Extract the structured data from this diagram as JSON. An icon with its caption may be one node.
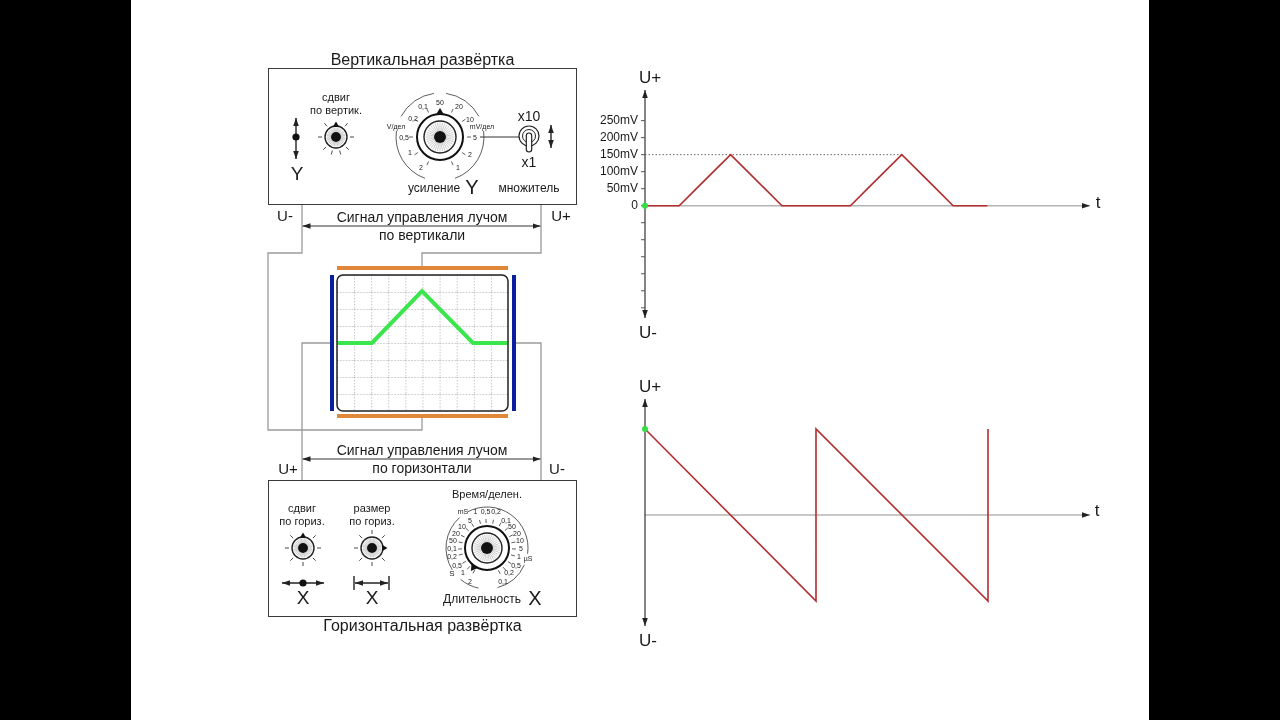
{
  "diagram": {
    "nodes": [
      {
        "text": [
          "Вертикальная развёртка"
        ]
      },
      {
        "text": [],
        "shape": "bar"
      },
      {
        "text": [],
        "shape": "bar"
      },
      {
        "text": [],
        "shape": "bar"
      },
      {
        "text": [],
        "shape": "bar"
      },
      {
        "text": [
          "Горизонтальная развёртка"
        ]
      }
    ],
    "edges": [
      {
        "from": 0,
        "to": 4,
        "arrow": "none"
      },
      {
        "from": 0,
        "to": 1,
        "arrow": "none"
      },
      {
        "from": 5,
        "to": 2,
        "arrow": "none"
      },
      {
        "from": 5,
        "to": 3,
        "arrow": "none"
      }
    ],
    "labels": [
      "сдвиг по вертик.",
      "Y",
      "0,1",
      "50",
      "20",
      "0,2",
      "10",
      "V/дел",
      "mV/дел",
      "0,5",
      "5",
      "1",
      "2",
      "2",
      "1",
      "x10",
      "x1",
      "усиление",
      "Y",
      "множитель",
      "U-",
      "U+",
      "Сигнал управления лучом",
      "по вертикали",
      "U+",
      "Сигнал управления лучом",
      "по горизонтали",
      "U-",
      "сдвиг по гориз.",
      "размер по гориз.",
      "Время/делен.",
      "mS",
      "1",
      "0,5",
      "0,2",
      "5",
      "0,1",
      "10",
      "50",
      "20",
      "20",
      "50",
      "10",
      "0,1",
      "5",
      "0,2",
      "1",
      "µS",
      "0,5",
      "0,5",
      "S",
      "1",
      "0,2",
      "2",
      "0,1",
      "X",
      "X",
      "Длительность",
      "X",
      "U+",
      "t",
      "U-"
    ],
    "chart_data": {
      "type": "line",
      "ylabel": "U+",
      "categories": [
        null,
        null,
        null,
        null,
        null,
        null,
        null,
        null,
        null,
        null,
        null,
        null,
        null,
        null,
        null,
        null,
        null,
        null,
        null,
        null,
        null
      ],
      "series": [
        {
          "color": "#b32d2e",
          "values": [
            0,
            0,
            0,
            50,
            100,
            150,
            100,
            50,
            0,
            0,
            0,
            0,
            0,
            50,
            100,
            150,
            100,
            50,
            0,
            0,
            0
          ]
        }
      ],
      "ylim": [
        -330,
        340
      ],
      "yticks": [
        {
          "value": 0,
          "label": "0"
        },
        {
          "value": 50,
          "label": "50mV"
        },
        {
          "value": 100,
          "label": "100mV"
        },
        {
          "value": 150,
          "label": "150mV"
        },
        {
          "value": 200,
          "label": "200mV"
        },
        {
          "value": 250,
          "label": "250mV"
        }
      ],
      "ref_lines": [
        {
          "axis": "y",
          "value": 150
        }
      ],
      "annotations": [
        {
          "text": "U-"
        },
        {
          "text": "t"
        }
      ]
    }
  }
}
